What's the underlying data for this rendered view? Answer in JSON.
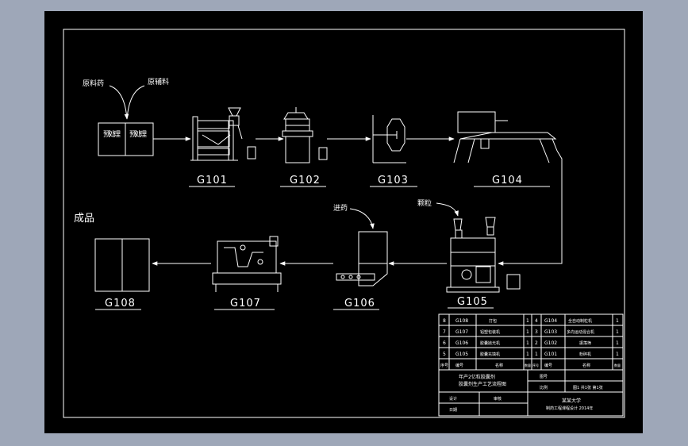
{
  "colors": {
    "window_bg": "#9ea7b8",
    "sheet_bg": "#000000",
    "line": "#ffffff"
  },
  "inputs": {
    "raw_drug": "原料药",
    "raw_excipient": "原辅料",
    "pretreat_left": "预处理",
    "pretreat_right": "预处理",
    "feed_drug": "进药",
    "granules": "颗粒"
  },
  "finished_product": "成品",
  "equipment": [
    {
      "id": "G101"
    },
    {
      "id": "G102"
    },
    {
      "id": "G103"
    },
    {
      "id": "G104"
    },
    {
      "id": "G105"
    },
    {
      "id": "G106"
    },
    {
      "id": "G107"
    },
    {
      "id": "G108"
    }
  ],
  "title_block": {
    "left_rows": [
      {
        "no": "8",
        "code": "G108",
        "name": "打包",
        "qty": "1"
      },
      {
        "no": "7",
        "code": "G107",
        "name": "铝塑包装机",
        "qty": "1"
      },
      {
        "no": "6",
        "code": "G106",
        "name": "胶囊抛光机",
        "qty": "1"
      },
      {
        "no": "5",
        "code": "G105",
        "name": "胶囊充填机",
        "qty": "1"
      },
      {
        "no": "序号",
        "code": "编号",
        "name": "名称",
        "qty": "数量"
      }
    ],
    "right_rows": [
      {
        "no": "4",
        "code": "G104",
        "name": "全自动制粒机",
        "qty": "1"
      },
      {
        "no": "3",
        "code": "G103",
        "name": "多向运动混合机",
        "qty": "1"
      },
      {
        "no": "2",
        "code": "G102",
        "name": "振荡筛",
        "qty": "1"
      },
      {
        "no": "1",
        "code": "G101",
        "name": "粉碎机",
        "qty": "1"
      },
      {
        "no": "序号",
        "code": "编号",
        "name": "名称",
        "qty": "数量"
      }
    ],
    "project_line1": "年产2亿粒胶囊剂",
    "project_line2": "胶囊剂生产工艺流程图",
    "drawing_label": "图号",
    "scale_label": "比例",
    "scale_value": "图1 共1张 第1张",
    "designer_label": "设计",
    "checker_label": "审核",
    "date_label": "日期",
    "school_line1": "某某大学",
    "school_line2": "制药工程课程设计 2014年"
  }
}
